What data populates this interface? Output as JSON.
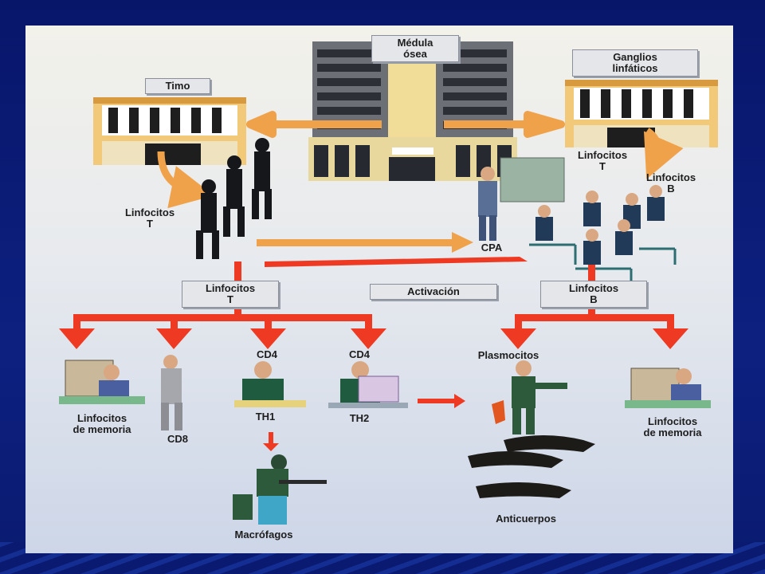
{
  "labels": {
    "medula": "Médula\nósea",
    "timo": "Timo",
    "ganglios": "Ganglios\nlinfáticos",
    "linfocitos_t_top": "Linfocitos\nT",
    "linfocitos_b_top": "Linfocitos\nB",
    "linfocitos_t_left": "Linfocitos\nT",
    "cpa": "CPA",
    "linfocitos_t_box": "Linfocitos\nT",
    "activacion": "Activación",
    "linfocitos_b_box": "Linfocitos\nB",
    "cd4_1": "CD4",
    "cd4_2": "CD4",
    "plasmocitos": "Plasmocitos",
    "memoria_left": "Linfocitos\nde memoria",
    "cd8": "CD8",
    "th1": "TH1",
    "th2": "TH2",
    "memoria_right": "Linfocitos\nde memoria",
    "macrofagos": "Macrófagos",
    "anticuerpos": "Anticuerpos"
  },
  "colors": {
    "arrow_orange": "#f0a24a",
    "arrow_red": "#ee3a22",
    "slide_blue": "#0b1a6e"
  }
}
